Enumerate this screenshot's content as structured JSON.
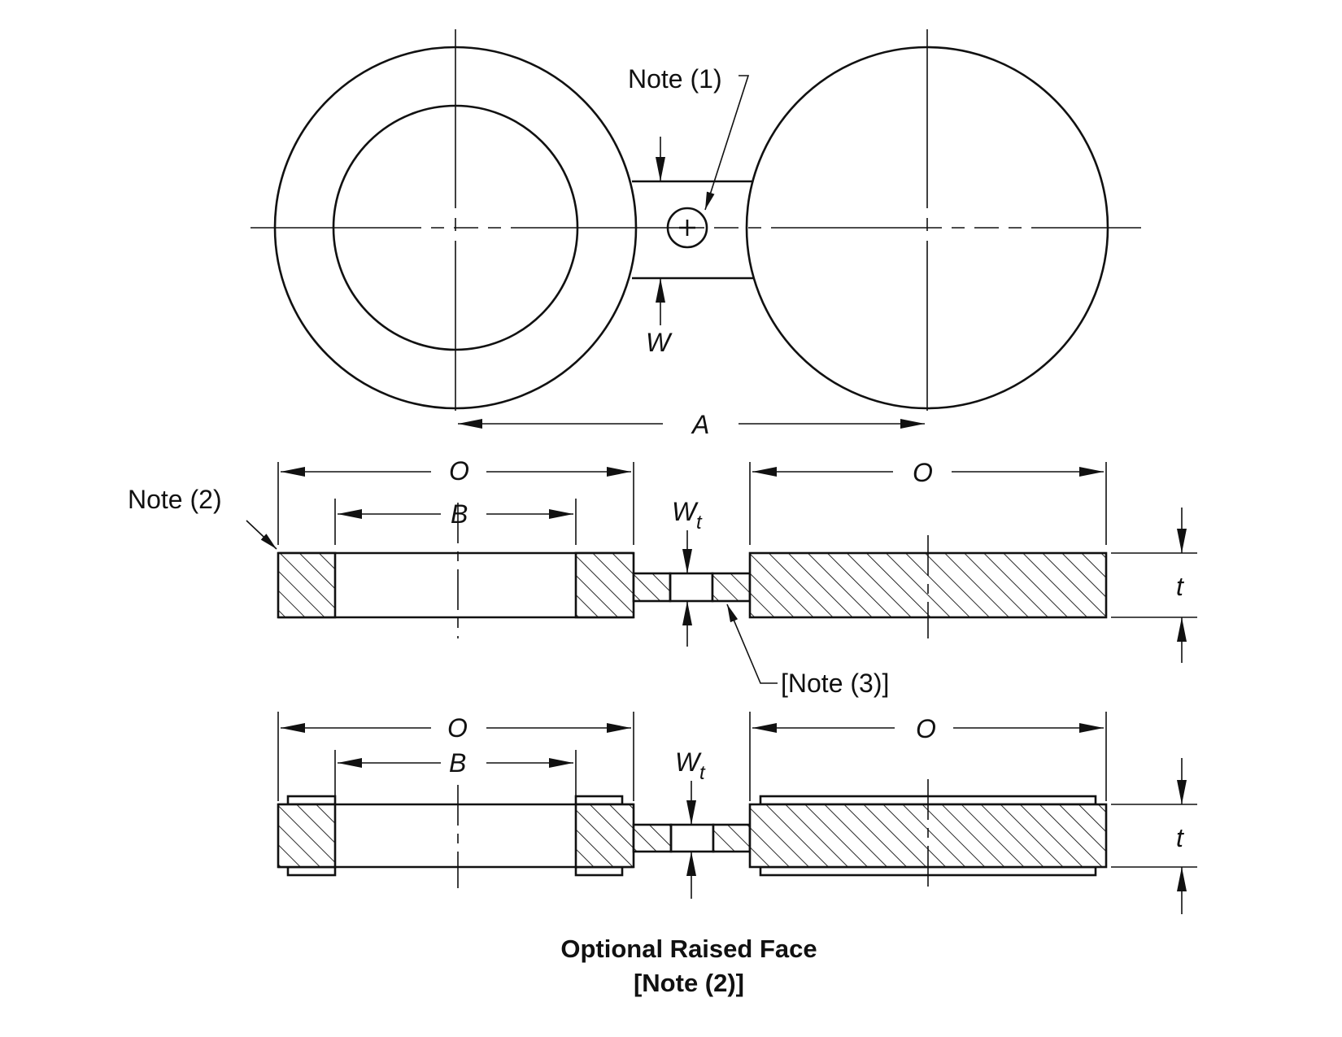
{
  "labels": {
    "note1": "Note (1)",
    "note2": "Note (2)",
    "note3": "[Note (3)]",
    "w": "W",
    "a": "A",
    "o": "O",
    "b": "B",
    "wt_main": "W",
    "wt_sub": "t",
    "t": "t"
  },
  "caption": {
    "line1": "Optional Raised Face",
    "line2": "[Note (2)]"
  }
}
